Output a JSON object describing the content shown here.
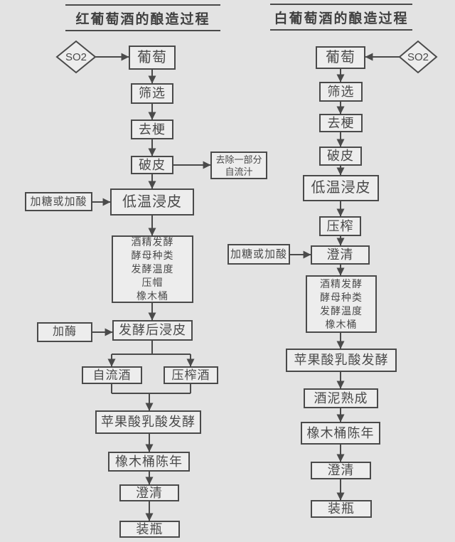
{
  "theme": {
    "background": "#e3e3e3",
    "node_fill": "#ededed",
    "line_color": "#4a4a4a",
    "text_color": "#4a4a4a"
  },
  "red": {
    "title": "红葡萄酒的酿造过程",
    "so2": "SO2",
    "steps": {
      "grape": "葡萄",
      "sorting": "筛选",
      "destem": "去梗",
      "crush": "破皮",
      "free_run_removal": "去除一部分\n自流汁",
      "cold_maceration": "低温浸皮",
      "add_sugar_acid": "加糖或加酸",
      "fermentation_detail": "酒精发酵\n酵母种类\n发酵温度\n压帽\n橡木桶",
      "post_ferment_maceration": "发酵后浸皮",
      "add_enzyme": "加酶",
      "free_run_wine": "自流酒",
      "press_wine": "压榨酒",
      "malolactic": "苹果酸乳酸发酵",
      "oak_aging": "橡木桶陈年",
      "clarify": "澄清",
      "bottling": "装瓶"
    }
  },
  "white": {
    "title": "白葡萄酒的酿造过程",
    "so2": "SO2",
    "steps": {
      "grape": "葡萄",
      "sorting": "筛选",
      "destem": "去梗",
      "crush": "破皮",
      "cold_maceration": "低温浸皮",
      "press": "压榨",
      "clarify1": "澄清",
      "add_sugar_acid": "加糖或加酸",
      "fermentation_detail": "酒精发酵\n酵母种类\n发酵温度\n橡木桶",
      "malolactic": "苹果酸乳酸发酵",
      "lees_aging": "酒泥熟成",
      "oak_aging": "橡木桶陈年",
      "clarify2": "澄清",
      "bottling": "装瓶"
    }
  }
}
